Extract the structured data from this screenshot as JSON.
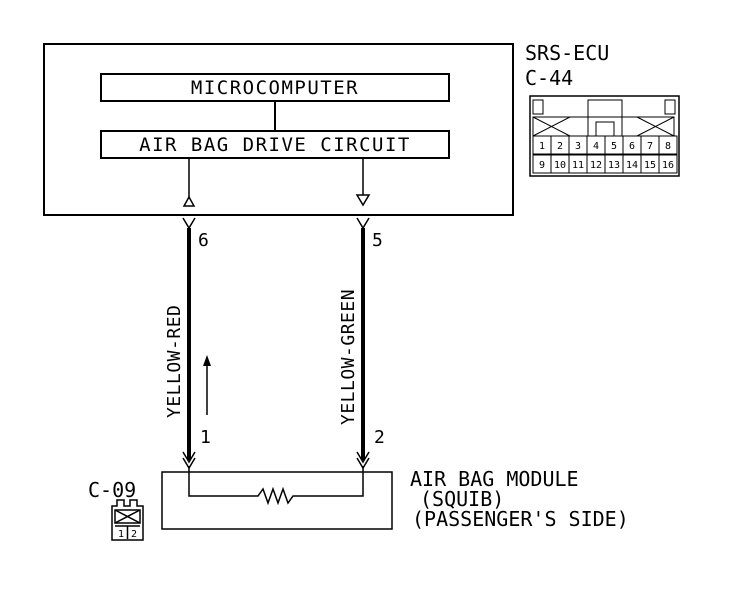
{
  "ecu": {
    "name": "SRS-ECU",
    "connector_code": "C-44",
    "microcomputer_label": "MICROCOMPUTER",
    "drive_circuit_label": "AIR BAG DRIVE CIRCUIT"
  },
  "ecu_connector_pins": [
    "1",
    "2",
    "3",
    "4",
    "5",
    "6",
    "7",
    "8",
    "9",
    "10",
    "11",
    "12",
    "13",
    "14",
    "15",
    "16"
  ],
  "wires": [
    {
      "color": "YELLOW-RED",
      "ecu_pin": "6",
      "module_pin": "1"
    },
    {
      "color": "YELLOW-GREEN",
      "ecu_pin": "5",
      "module_pin": "2"
    }
  ],
  "module": {
    "line1": "AIR BAG MODULE",
    "line2": "(SQUIB)",
    "line3": "(PASSENGER'S SIDE)",
    "connector_code": "C-09",
    "connector_pins": [
      "1",
      "2"
    ]
  }
}
